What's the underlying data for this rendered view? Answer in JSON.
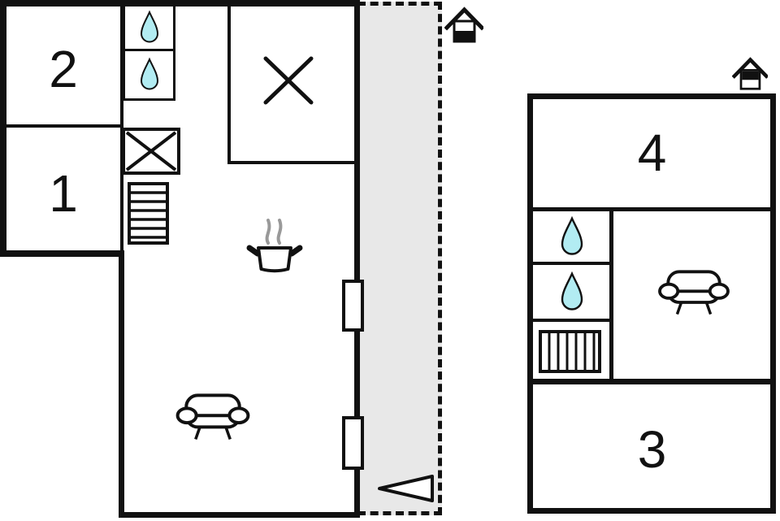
{
  "colors": {
    "wall": "#111111",
    "water_drop_fill": "#b2ecf2",
    "terrace_fill": "#e8e8e8",
    "steam": "#999999",
    "paper": "#ffffff"
  },
  "left_plan": {
    "rooms": [
      {
        "label": "2"
      },
      {
        "label": "1"
      }
    ],
    "icons": {
      "sink_top": "water-drop-icon",
      "sink_bottom": "water-drop-icon",
      "washer": "crossed-box-icon",
      "stairs": "stairs-icon",
      "void": "cross-icon",
      "stove": "steaming-pot-icon",
      "sofa": "sofa-icon",
      "entrance": "entrance-arrow-icon",
      "floor_level": "house-lower-level-icon"
    }
  },
  "right_plan": {
    "rooms": [
      {
        "label": "4"
      },
      {
        "label": "3"
      }
    ],
    "icons": {
      "sink_top": "water-drop-icon",
      "sink_bottom": "water-drop-icon",
      "radiator": "radiator-icon",
      "sofa": "sofa-icon",
      "floor_level": "house-upper-level-icon"
    }
  }
}
